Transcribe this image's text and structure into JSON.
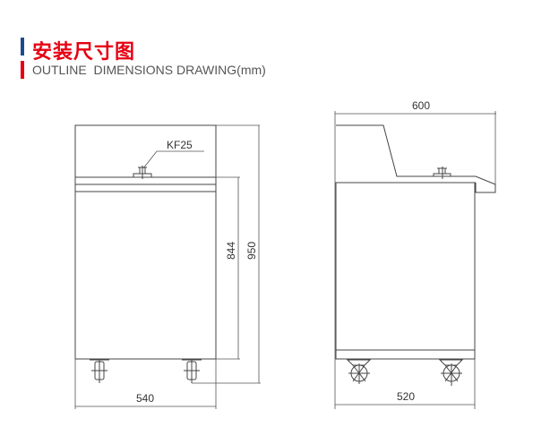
{
  "header": {
    "title_cn": "安装尺寸图",
    "title_en": "OUTLINE  DIMENSIONS DRAWING(mm)"
  },
  "front_view": {
    "port_label": "KF25",
    "width": "540",
    "height_body": "844",
    "height_total": "950"
  },
  "side_view": {
    "depth_top": "600",
    "depth_body": "520"
  },
  "colors": {
    "accent_red": "#e60012",
    "accent_blue": "#1d4a8c"
  }
}
